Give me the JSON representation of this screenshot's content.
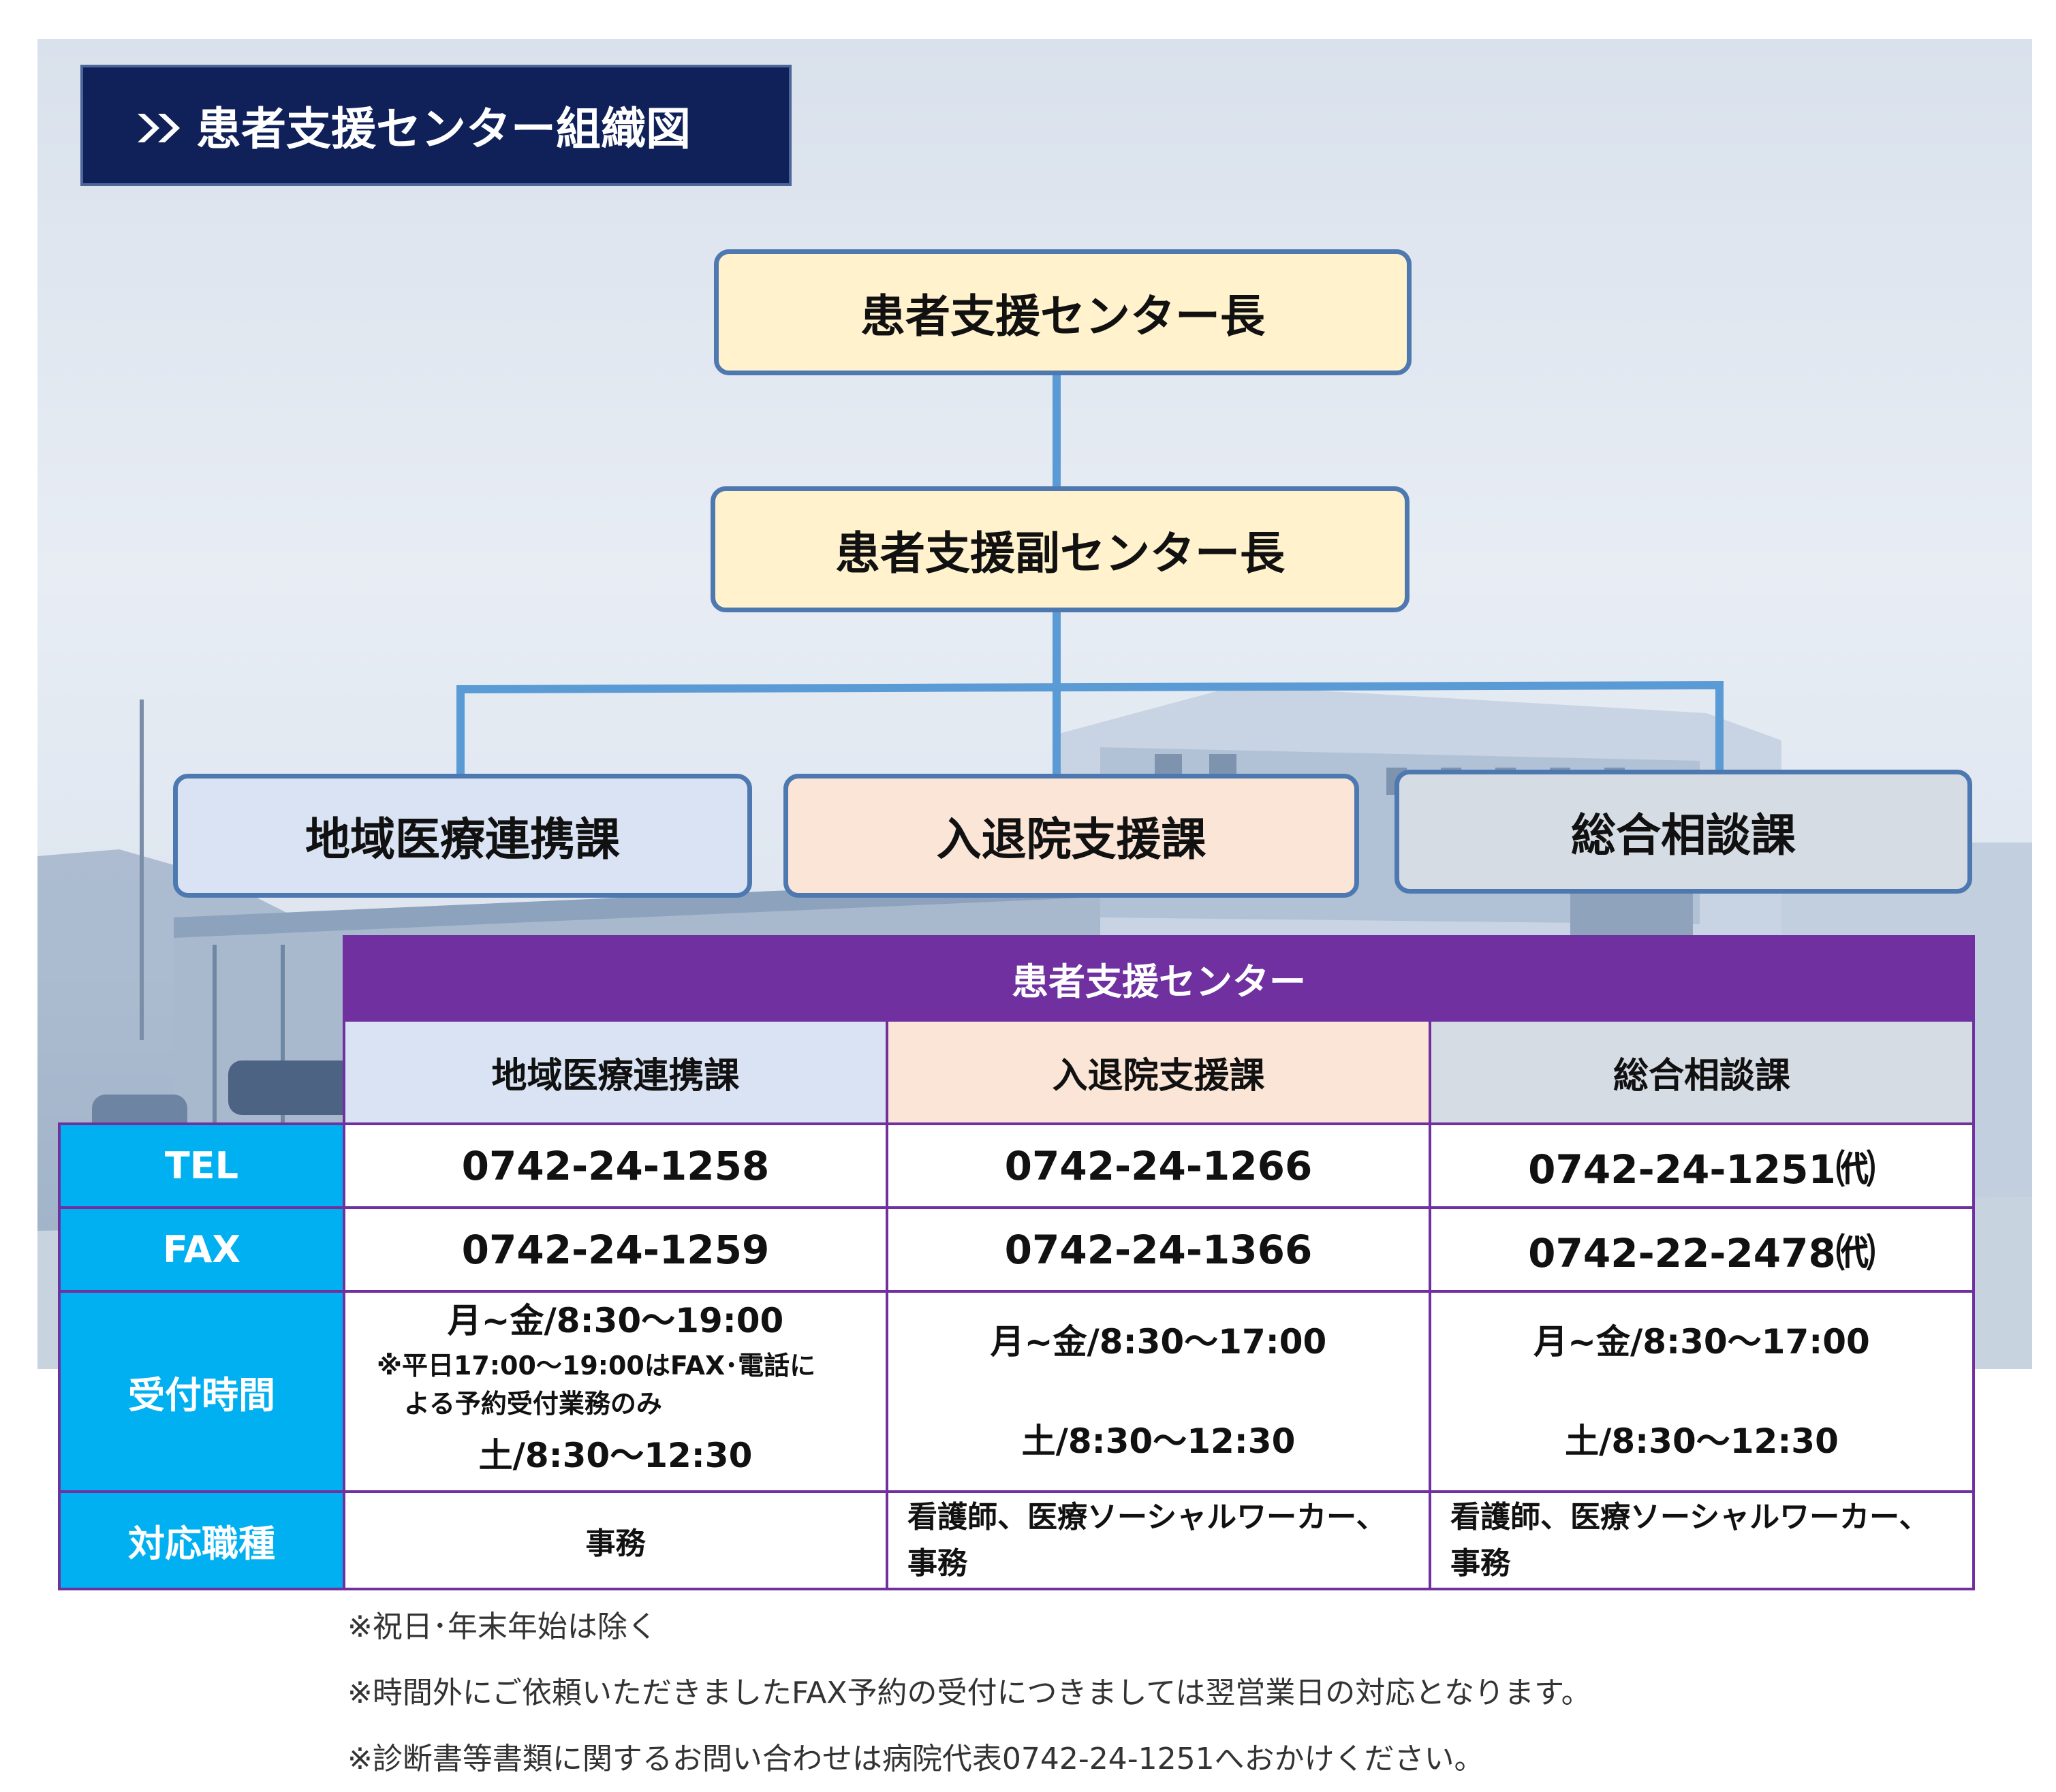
{
  "title": "患者支援センター組織図",
  "org": {
    "head": "患者支援センター長",
    "deputy": "患者支援副センター長",
    "divisions": [
      "地域医療連携課",
      "入退院支援課",
      "総合相談課"
    ]
  },
  "table": {
    "center_label": "患者支援センター",
    "columns": [
      "地域医療連携課",
      "入退院支援課",
      "総合相談課"
    ],
    "rows": {
      "tel": {
        "label": "TEL",
        "values": [
          "0742-24-1258",
          "0742-24-1266",
          "0742-24-1251㈹"
        ]
      },
      "fax": {
        "label": "FAX",
        "values": [
          "0742-24-1259",
          "0742-24-1366",
          "0742-22-2478㈹"
        ]
      },
      "hours": {
        "label": "受付時間",
        "col1": {
          "weekday": "月~金/8:30～19:00",
          "note1": "※平日17:00～19:00はFAX･電話に",
          "note2": "よる予約受付業務のみ",
          "saturday": "土/8:30～12:30"
        },
        "col2": {
          "weekday": "月~金/8:30～17:00",
          "saturday": "土/8:30～12:30"
        },
        "col3": {
          "weekday": "月~金/8:30～17:00",
          "saturday": "土/8:30～12:30"
        }
      },
      "jobs": {
        "label": "対応職種",
        "col1": "事務",
        "col2_line1": "看護師、医療ソーシャルワーカー、",
        "col2_line2": "事務",
        "col3_line1": "看護師、医療ソーシャルワーカー、",
        "col3_line2": "事務"
      }
    }
  },
  "notes": [
    "※祝日･年末年始は除く",
    "※時間外にご依頼いただきましたFAX予約の受付につきましては翌営業日の対応となります。",
    "※診断書等書類に関するお問い合わせは病院代表0742-24-1251へおかけください。"
  ],
  "colors": {
    "title_bg": "#0f2158",
    "box_border": "#4e79b0",
    "connector": "#5b9bd5",
    "head_fill": "#fff2cc",
    "div1_fill": "#dae3f3",
    "div2_fill": "#fbe5d6",
    "div3_fill": "#d6dce4",
    "table_header": "#7030a0",
    "row_label": "#00b0f0"
  }
}
